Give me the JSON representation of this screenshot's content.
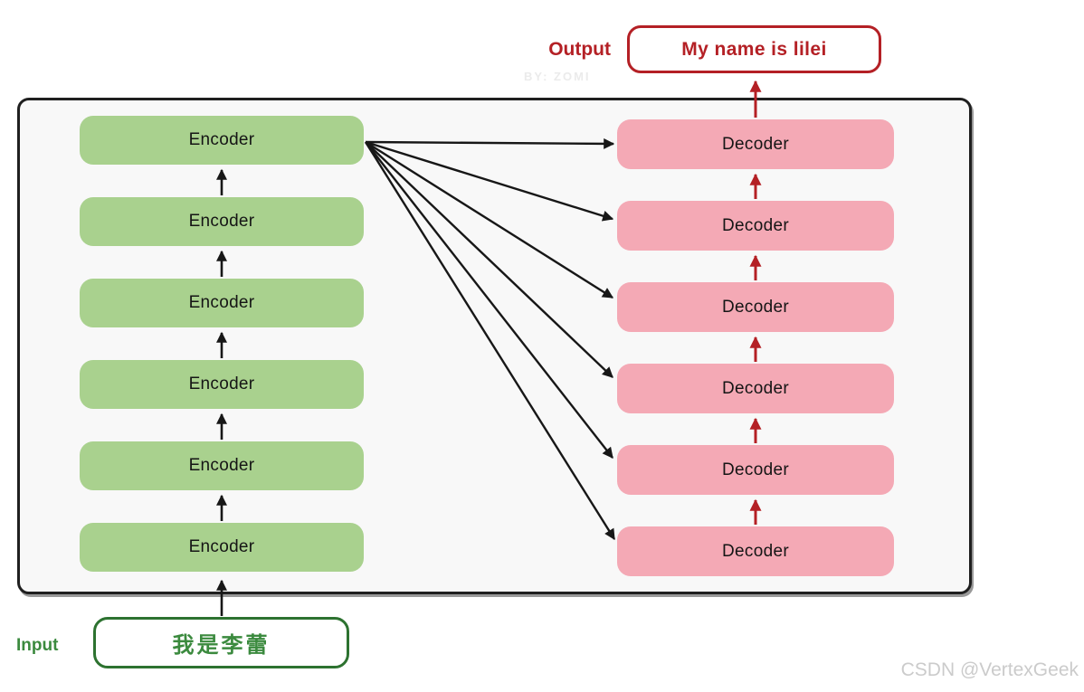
{
  "diagram": {
    "title_hint": "Transformer encoder-decoder stack",
    "output_label": "Output",
    "output_text": "My name is lilei",
    "input_label": "Input",
    "input_text": "我是李蕾",
    "encoder_label": "Encoder",
    "decoder_label": "Decoder",
    "encoder_count": 6,
    "decoder_count": 6,
    "watermark_top": "BY: ZOMI",
    "watermark_bottom": "CSDN @VertexGeek",
    "connections": {
      "encoder_stack_flow": "bottom encoder to top encoder, upward arrows",
      "decoder_stack_flow": "bottom decoder to top decoder, upward red arrows",
      "cross_links": "top encoder output fans out to all 6 decoders",
      "input_to": "bottom encoder",
      "output_from": "top decoder"
    },
    "colors": {
      "encoder_fill": "#a9d18e",
      "decoder_fill": "#f4a9b5",
      "red": "#b42025",
      "green": "#3b8a3e",
      "green_border": "#2d7230"
    }
  }
}
